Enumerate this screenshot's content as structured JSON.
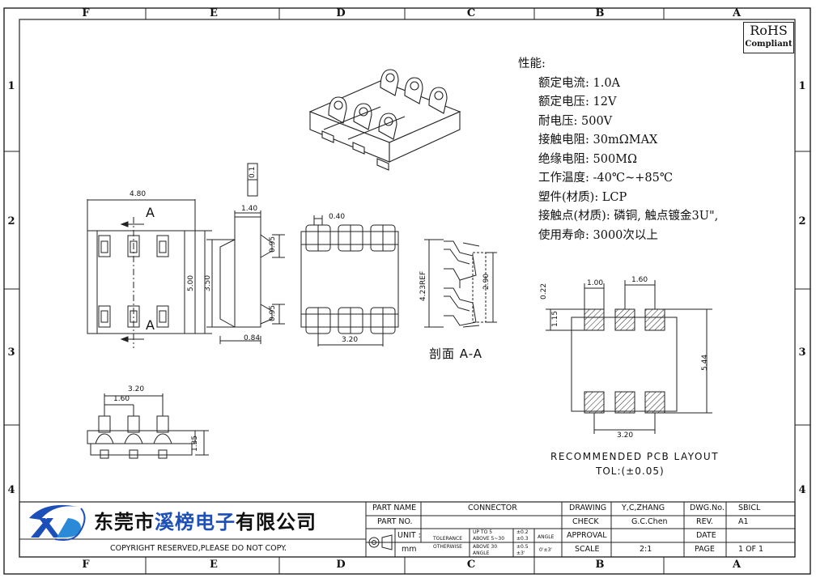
{
  "zones": {
    "columns": [
      "F",
      "E",
      "D",
      "C",
      "B",
      "A"
    ],
    "rows": [
      "1",
      "2",
      "3",
      "4"
    ]
  },
  "rohs": {
    "line1": "RoHS",
    "line2": "Compliant"
  },
  "specs": {
    "title": "性能:",
    "lines": [
      "额定电流: 1.0A",
      "额定电压: 12V",
      "耐电压: 500V",
      "接触电阻: 30mΩMAX",
      "绝缘电阻: 500MΩ",
      "工作温度: -40℃~+85℃",
      "塑件(材质): LCP",
      "接触点(材质): 磷铜, 触点镀金3U\",",
      "使用寿命: 3000次以上"
    ]
  },
  "drawing": {
    "top_view": {
      "width_dim": "4.80",
      "height_dim": "5.00",
      "section_marker": "A"
    },
    "side_view": {
      "dims": [
        "1.40",
        "0.95",
        "3.50",
        "0.95",
        "0.84"
      ],
      "flatness": "0.1"
    },
    "front_view": {
      "dims": [
        "0.40",
        "3.20"
      ]
    },
    "section_view": {
      "dims": [
        "4.23REF",
        "2.90"
      ],
      "label": "剖面 A-A"
    },
    "bottom_view": {
      "dims": [
        "3.20",
        "1.60",
        "1.35"
      ]
    },
    "pcb_layout": {
      "dims": [
        "0.22",
        "1.00",
        "1.60",
        "1.15",
        "5.44",
        "3.20"
      ],
      "title": "RECOMMENDED PCB LAYOUT",
      "tolerance": "TOL:(±0.05)"
    }
  },
  "company": {
    "name_part1": "东莞市",
    "name_part2": "溪榜电子",
    "name_part3": "有限公司"
  },
  "copyright": "COPYRIGHT RESERVED,PLEASE DO NOT COPY.",
  "title_block": {
    "part_name_label": "PART NAME",
    "part_name_value": "CONNECTOR",
    "part_no_label": "PART NO.",
    "unit_label": "UNIT :",
    "unit_value": "mm",
    "tolerance_label_1": "TOLERANCE",
    "tolerance_label_2": "OTHERWISE",
    "tol_ranges": [
      "UP TO 5",
      "ABOVE 5~30",
      "ABOVE 30",
      "ANGLE"
    ],
    "tol_values": [
      "±0.2",
      "±0.3",
      "±0.5",
      "±3'"
    ],
    "angle_label": "ANGLE",
    "angle_value": "0'±3'",
    "drawing_label": "DRAWING",
    "drawing_value": "Y,C,ZHANG",
    "check_label": "CHECK",
    "check_value": "G.C.Chen",
    "approval_label": "APPROVAL",
    "scale_label": "SCALE",
    "scale_value": "2:1",
    "dwg_no_label": "DWG.No.",
    "dwg_no_value": "SBICL",
    "rev_label": "REV.",
    "rev_value": "A1",
    "date_label": "DATE",
    "page_label": "PAGE",
    "page_value": "1 OF 1"
  }
}
